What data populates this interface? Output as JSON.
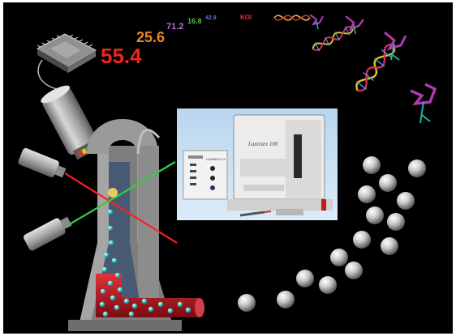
{
  "readouts": [
    {
      "value": "55.4",
      "color": "#e8261c"
    },
    {
      "value": "25.6",
      "color": "#e8862a"
    },
    {
      "value": "71.2",
      "color": "#b36fd8"
    },
    {
      "value": "16.8",
      "color": "#5ab84a"
    },
    {
      "value": "42.9",
      "color": "#5a7ae8"
    },
    {
      "value": "KOI",
      "color": "#d8334a"
    }
  ],
  "instrument": {
    "analyzer_label": "Luminex 100",
    "side_unit_label": "LUMINEX XY"
  },
  "icons": [
    "microchip-icon",
    "photodetector-icon",
    "laser-icon",
    "dna-helix-icon",
    "protein-icon",
    "microsphere-icon",
    "flow-cell-icon",
    "pipette-icon"
  ],
  "colors": {
    "background": "#000000",
    "red_laser": "#ff2020",
    "green_laser": "#30d040",
    "sample_tube": "#c0151a",
    "bead": "#3ec8c8"
  }
}
